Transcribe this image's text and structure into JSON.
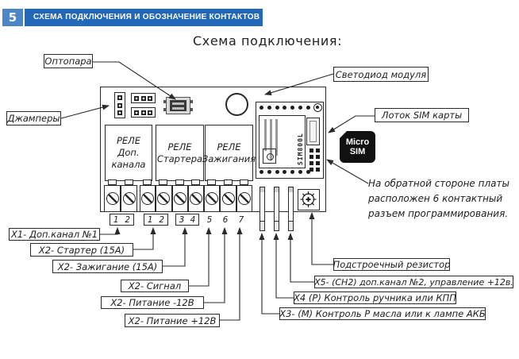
{
  "header": {
    "number": "5",
    "title": "СХЕМА ПОДКЛЮЧЕНИЯ И ОБОЗНАЧЕНИЕ КОНТАКТОВ"
  },
  "colors": {
    "header_number_bg": "#4a86c8",
    "header_bar_bg": "#2268b8",
    "line_color": "#2a2a2a",
    "sim_badge_bg": "#111111"
  },
  "diagram": {
    "title": "Схема подключения:",
    "board": {
      "relays": [
        {
          "lines": [
            "РЕЛЕ",
            "Доп.",
            "канала"
          ]
        },
        {
          "lines": [
            "РЕЛЕ",
            "Стартера"
          ]
        },
        {
          "lines": [
            "РЕЛЕ",
            "Зажигания"
          ]
        }
      ],
      "gsm_module_text": "SIM800L",
      "terminal_numbers": {
        "x1_group": [
          "1",
          "2"
        ],
        "x2_group_a": [
          "1",
          "2"
        ],
        "x2_group_b": [
          "3",
          "4"
        ],
        "x2_singles": [
          "5",
          "6",
          "7"
        ]
      }
    },
    "labels": {
      "optocoupler": "Оптопара",
      "jumpers": "Джамперы",
      "module_led": "Светодиод модуля",
      "sim_tray": "Лоток SIM карты",
      "sim_badge_line1": "Micro",
      "sim_badge_line2": "SIM",
      "x1": "Х1- Доп.канал №1",
      "x2_starter": "Х2- Стартер (15А)",
      "x2_ignition": "Х2- Зажигание (15А)",
      "x2_signal": "Х2- Сигнал",
      "x2_power_minus": "Х2- Питание -12В",
      "x2_power_plus": "Х2- Питание +12В",
      "trimmer": "Подстроечный резистор",
      "x5": "Х5- (СН2) доп.канал №2, управление +12в.",
      "x4": "Х4 (Р) Контроль ручника или КПП",
      "x3": "Х3- (М) Контроль Р масла или к лампе АКБ"
    },
    "note": {
      "line1": "На обратной стороне платы",
      "line2": "расположен 6 контактный",
      "line3": "разъем программирования."
    }
  }
}
